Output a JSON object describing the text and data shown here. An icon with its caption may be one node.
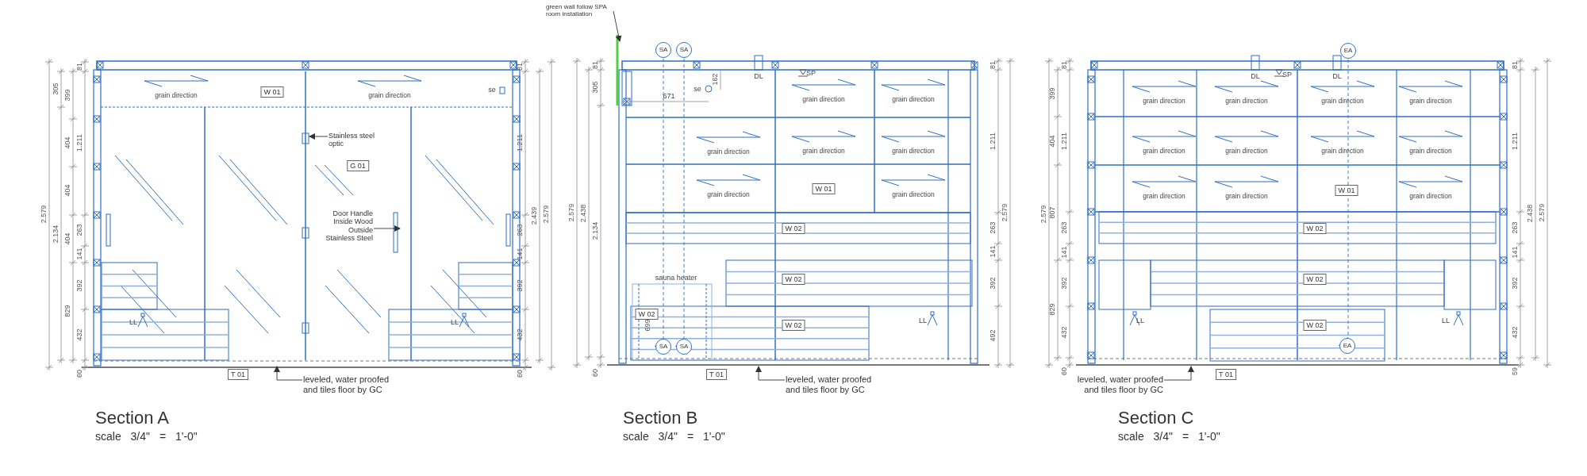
{
  "diagram": {
    "nodes": [
      {
        "text": [
          "W 01"
        ]
      },
      {
        "text": [
          "G 01"
        ]
      },
      {
        "text": [
          "Stainless steel optic"
        ]
      },
      {
        "text": [
          "Door Handle Inside Wood Outside Stainless Steel"
        ]
      },
      {
        "text": [
          "T 01"
        ]
      },
      {
        "text": [
          "leveled, water proofed and tiles floor by GC"
        ]
      },
      {
        "text": [
          "green wall follow SPA room installation"
        ]
      },
      {
        "text": [
          "SA"
        ]
      },
      {
        "text": [
          "SA"
        ]
      },
      {
        "text": [
          "W 01"
        ]
      },
      {
        "text": [
          "W 02"
        ]
      },
      {
        "text": [
          "W 02"
        ]
      },
      {
        "text": [
          "W 02"
        ]
      },
      {
        "text": [
          "W 02"
        ]
      },
      {
        "text": [
          "SA"
        ]
      },
      {
        "text": [
          "SA"
        ]
      },
      {
        "text": [
          "T 01"
        ]
      },
      {
        "text": [
          "leveled, water proofed and tiles floor by GC"
        ]
      },
      {
        "text": [
          "EA"
        ]
      },
      {
        "text": [
          "W 01"
        ]
      },
      {
        "text": [
          "W 02"
        ]
      },
      {
        "text": [
          "W 02"
        ]
      },
      {
        "text": [
          "W 02"
        ]
      },
      {
        "text": [
          "EA"
        ]
      },
      {
        "text": [
          "leveled, water proofed and tiles floor by GC"
        ]
      },
      {
        "text": [
          "T 01"
        ]
      }
    ],
    "edges": [
      {
        "from": 2,
        "to": null,
        "arrow": "to"
      },
      {
        "from": 3,
        "to": null,
        "arrow": "to"
      },
      {
        "from": 5,
        "to": null,
        "arrow": "to"
      },
      {
        "from": 6,
        "to": null,
        "arrow": "to"
      },
      {
        "from": 17,
        "to": null,
        "arrow": "to"
      },
      {
        "from": 24,
        "to": null,
        "arrow": "to"
      },
      {
        "from": 7,
        "to": 14,
        "arrow": "none",
        "style": "dashed",
        "color": "#2f6fc4"
      },
      {
        "from": 8,
        "to": 15,
        "arrow": "none",
        "style": "dashed",
        "color": "#2f6fc4"
      },
      {
        "from": 18,
        "to": 23,
        "arrow": "none",
        "style": "dashed",
        "color": "#2f6fc4"
      }
    ],
    "labels": [
      "2.579",
      "305",
      "2.134",
      "399",
      "404",
      "404",
      "404",
      "829",
      "81",
      "1.211",
      "263",
      "141",
      "392",
      "432",
      "60",
      "grain direction",
      "grain direction",
      "se",
      "LL",
      "LL",
      "81",
      "1.211",
      "263",
      "141",
      "392",
      "432",
      "60",
      "2.439",
      "2.579",
      "Section A",
      "scale 3/4\" = 1'-0\"",
      "2.579",
      "2.438",
      "81",
      "305",
      "2.134",
      "60",
      "DL",
      "SP",
      "se",
      "162",
      "671",
      "grain direction",
      "grain direction",
      "grain direction",
      "grain direction",
      "grain direction",
      "grain direction",
      "grain direction",
      "sauna heater",
      "699",
      "LL",
      "81",
      "1.211",
      "263",
      "141",
      "392",
      "492",
      "2.579",
      "Section B",
      "scale 3/4\" = 1'-0\"",
      "2.579",
      "399",
      "404",
      "807",
      "829",
      "81",
      "1.211",
      "263",
      "141",
      "392",
      "432",
      "60",
      "DL",
      "SP",
      "DL",
      "grain direction",
      "grain direction",
      "grain direction",
      "grain direction",
      "grain direction",
      "grain direction",
      "grain direction",
      "grain direction",
      "grain direction",
      "grain direction",
      "grain direction",
      "LL",
      "LL",
      "81",
      "1.211",
      "263",
      "141",
      "392",
      "432",
      "59",
      "2.438",
      "2.579",
      "Section C",
      "scale 3/4\" = 1'-0\""
    ]
  }
}
